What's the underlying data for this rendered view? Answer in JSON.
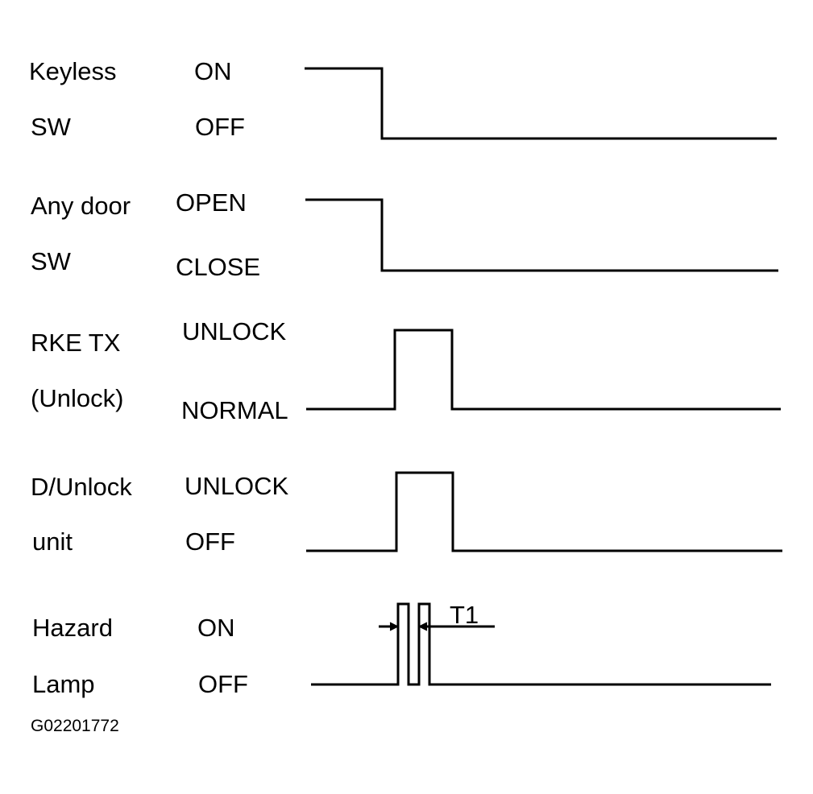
{
  "signals": [
    {
      "name_line1": "Keyless",
      "name_line2": "SW",
      "high_state": "ON",
      "low_state": "OFF"
    },
    {
      "name_line1": "Any door",
      "name_line2": "SW",
      "high_state": "OPEN",
      "low_state": "CLOSE"
    },
    {
      "name_line1": "RKE TX",
      "name_line2": "(Unlock)",
      "high_state": "UNLOCK",
      "low_state": "NORMAL"
    },
    {
      "name_line1": "D/Unlock",
      "name_line2": "unit",
      "high_state": "UNLOCK",
      "low_state": "OFF"
    },
    {
      "name_line1": "Hazard",
      "name_line2": "Lamp",
      "high_state": "ON",
      "low_state": "OFF"
    }
  ],
  "timing_label": "T1",
  "figure_code": "G02201772"
}
